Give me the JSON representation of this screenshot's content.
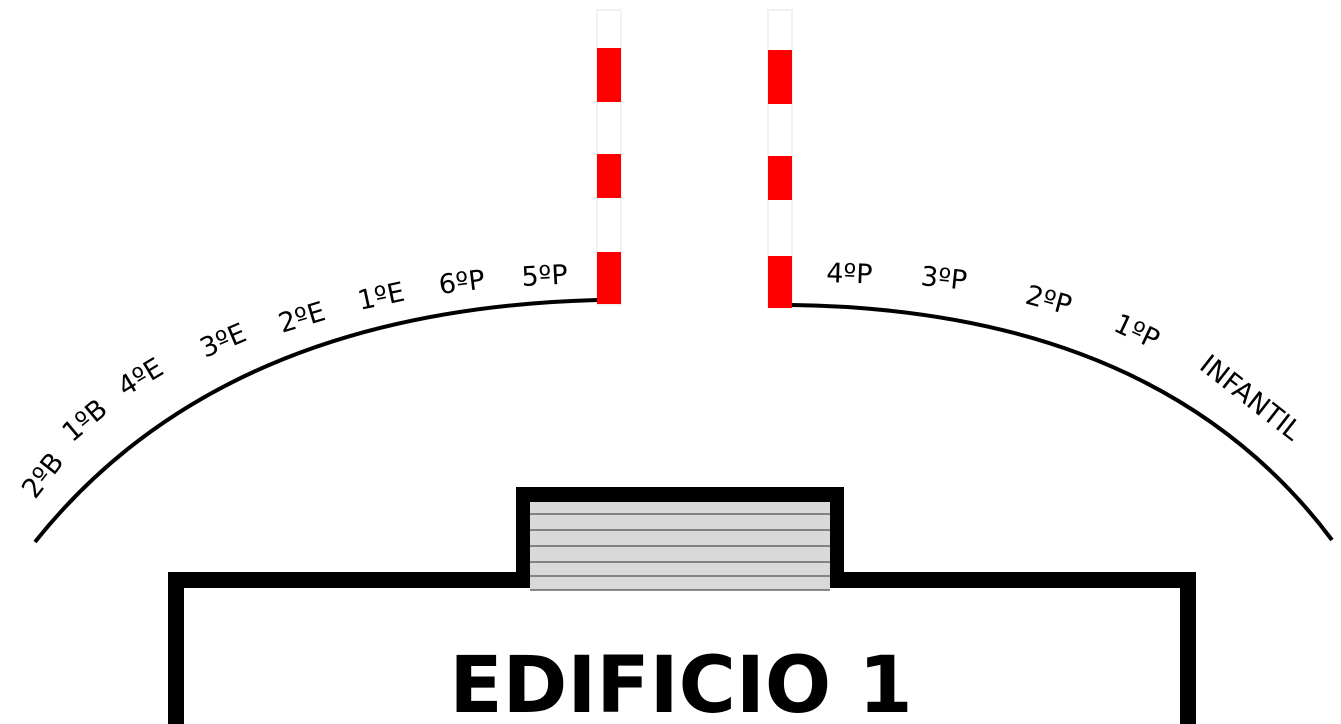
{
  "building": {
    "title": "EDIFICIO 1"
  },
  "left_labels": [
    "2ºB",
    "1ºB",
    "4ºE",
    "3ºE",
    "2ºE",
    "1ºE",
    "6ºP",
    "5ºP"
  ],
  "right_labels": [
    "4ºP",
    "3ºP",
    "2ºP",
    "1ºP",
    "INFANTIL"
  ],
  "colors": {
    "barrier_red": "#ff0000",
    "line": "#000000",
    "steps_fill": "#d9d9d9",
    "steps_line": "#666666",
    "background": "#ffffff"
  }
}
